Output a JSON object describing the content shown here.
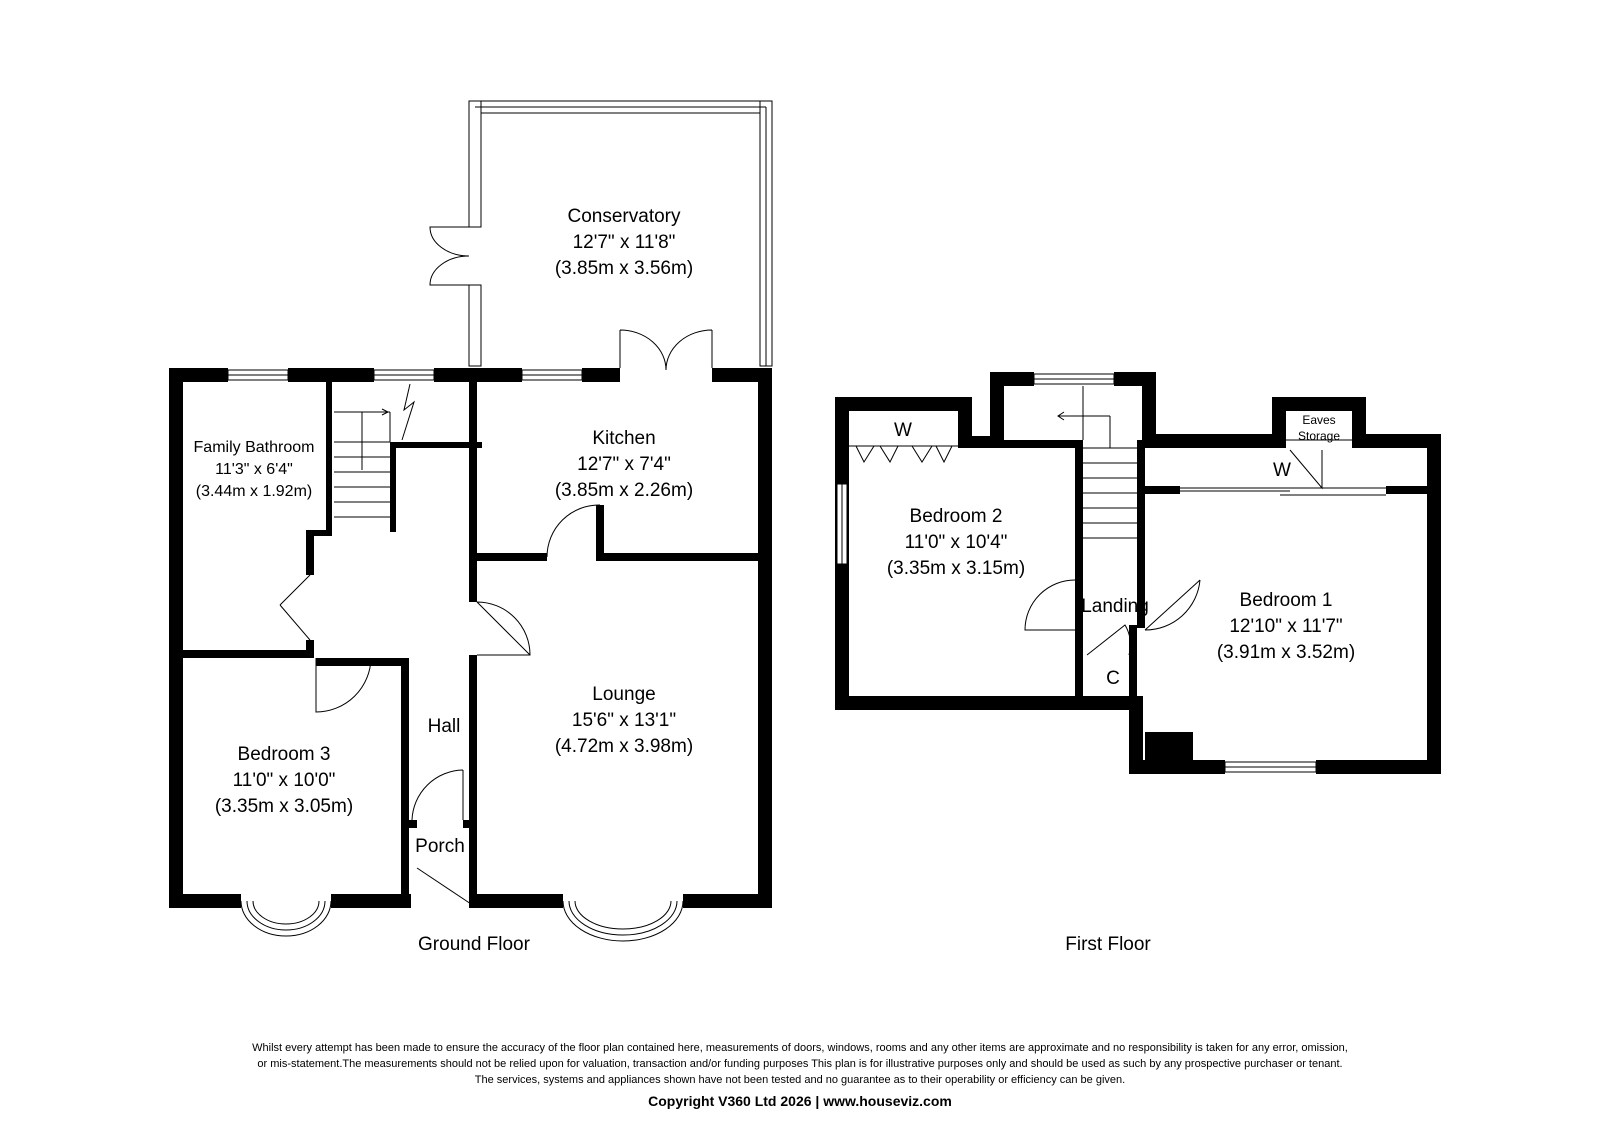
{
  "ground_floor": {
    "label": "Ground Floor",
    "rooms": {
      "conservatory": {
        "name": "Conservatory",
        "imperial": "12'7\" x 11'8\"",
        "metric": "(3.85m x 3.56m)"
      },
      "kitchen": {
        "name": "Kitchen",
        "imperial": "12'7\" x 7'4\"",
        "metric": "(3.85m x 2.26m)"
      },
      "family_bathroom": {
        "name": "Family Bathroom",
        "imperial": "11'3\" x 6'4\"",
        "metric": "(3.44m x 1.92m)"
      },
      "lounge": {
        "name": "Lounge",
        "imperial": "15'6\" x 13'1\"",
        "metric": "(4.72m x 3.98m)"
      },
      "bedroom3": {
        "name": "Bedroom 3",
        "imperial": "11'0\" x 10'0\"",
        "metric": "(3.35m x 3.05m)"
      },
      "hall": {
        "name": "Hall"
      },
      "porch": {
        "name": "Porch"
      }
    }
  },
  "first_floor": {
    "label": "First Floor",
    "rooms": {
      "bedroom2": {
        "name": "Bedroom 2",
        "imperial": "11'0\" x 10'4\"",
        "metric": "(3.35m x 3.15m)"
      },
      "bedroom1": {
        "name": "Bedroom 1",
        "imperial": "12'10\" x 11'7\"",
        "metric": "(3.91m x 3.52m)"
      },
      "landing": {
        "name": "Landing"
      },
      "cupboard": {
        "name": "C"
      },
      "wardrobe_bed2": {
        "name": "W"
      },
      "wardrobe_bed1": {
        "name": "W"
      },
      "eaves_storage": {
        "line1": "Eaves",
        "line2": "Storage"
      }
    }
  },
  "disclaimer": {
    "line1": "Whilst every attempt has been made to ensure the accuracy of the floor plan contained here, measurements of doors, windows, rooms and any other items are approximate and no responsibility is taken for any error, omission,",
    "line2": "or mis-statement.The measurements should not be relied upon for valuation, transaction and/or funding purposes This plan is for illustrative purposes only and should be used as such by any prospective purchaser or tenant.",
    "line3": "The services, systems and appliances shown have not been tested and no guarantee as to their operability or efficiency can be given."
  },
  "copyright": "Copyright V360 Ltd 2026 | www.houseviz.com"
}
